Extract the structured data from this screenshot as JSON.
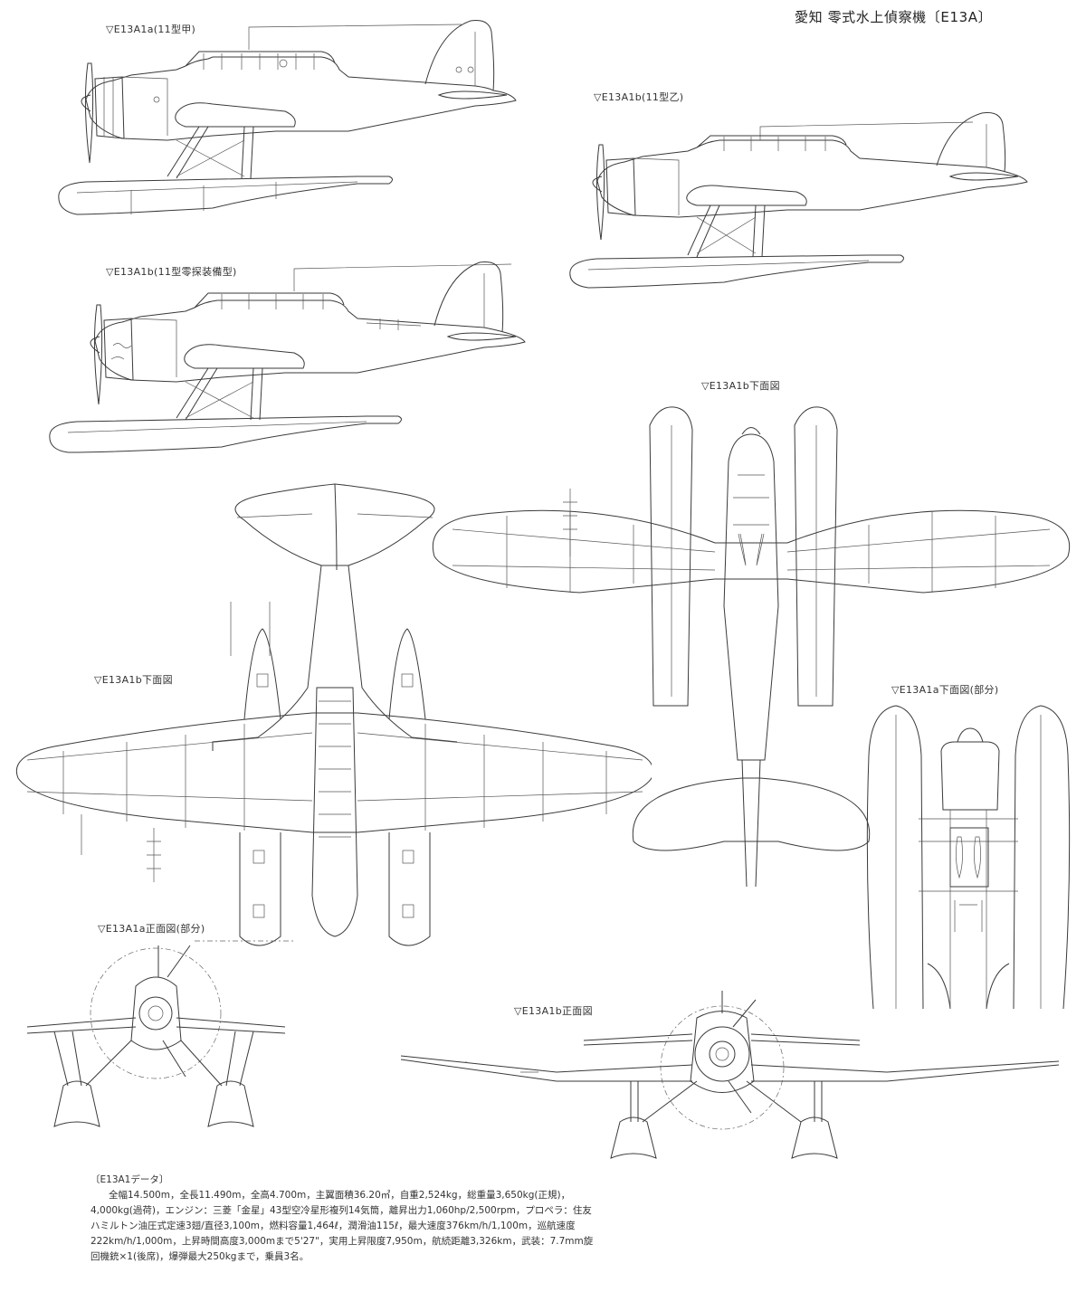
{
  "title": "愛知 零式水上偵察機〔E13A〕",
  "views": {
    "side_a": {
      "label": "▽E13A1a(11型甲)"
    },
    "side_b": {
      "label": "▽E13A1b(11型乙)"
    },
    "side_radar": {
      "label": "▽E13A1b(11型零探装備型)"
    },
    "underside_top": {
      "label": "▽E13A1b下面図"
    },
    "underside_left": {
      "label": "▽E13A1b下面図"
    },
    "underside_partial": {
      "label": "▽E13A1a下面図(部分)"
    },
    "front_partial": {
      "label": "▽E13A1a正面図(部分)"
    },
    "front_b": {
      "label": "▽E13A1b正面図"
    }
  },
  "specs": {
    "heading": "〔E13A1データ〕",
    "text": "全幅14.500m，全長11.490m，全高4.700m，主翼面積36.20㎡，自重2,524kg，総重量3,650kg(正規)，4,000kg(過荷)，エンジン：三菱「金星」43型空冷星形複列14気筒，離昇出力1,060hp/2,500rpm，プロペラ：住友ハミルトン油圧式定速3翅/直径3,100m，燃料容量1,464ℓ，潤滑油115ℓ，最大速度376km/h/1,100m，巡航速度222km/h/1,000m，上昇時間高度3,000mまで5'27\"，実用上昇限度7,950m，航続距離3,326km，武装：7.7mm旋回機銃×1(後席)，爆弾最大250kgまで，乗員3名。",
    "values": {
      "span": "14.500m",
      "length": "11.490m",
      "height": "4.700m",
      "wing_area": "36.20㎡",
      "empty_weight": "2,524kg",
      "gross_weight_normal": "3,650kg",
      "gross_weight_overload": "4,000kg",
      "engine": "三菱「金星」43型空冷星形複列14気筒",
      "takeoff_power": "1,060hp/2,500rpm",
      "propeller": "住友ハミルトン油圧式定速3翅/直径3,100m",
      "fuel": "1,464ℓ",
      "oil": "115ℓ",
      "max_speed": "376km/h/1,100m",
      "cruise_speed": "222km/h/1,000m",
      "climb": "3,000mまで5'27\"",
      "service_ceiling": "7,950m",
      "range": "3,326km",
      "armament": "7.7mm旋回機銃×1(後席)",
      "bombs": "250kg",
      "crew": "3名"
    }
  },
  "colors": {
    "line": "#3a3a3a",
    "paper": "#ffffff",
    "text": "#333333"
  }
}
